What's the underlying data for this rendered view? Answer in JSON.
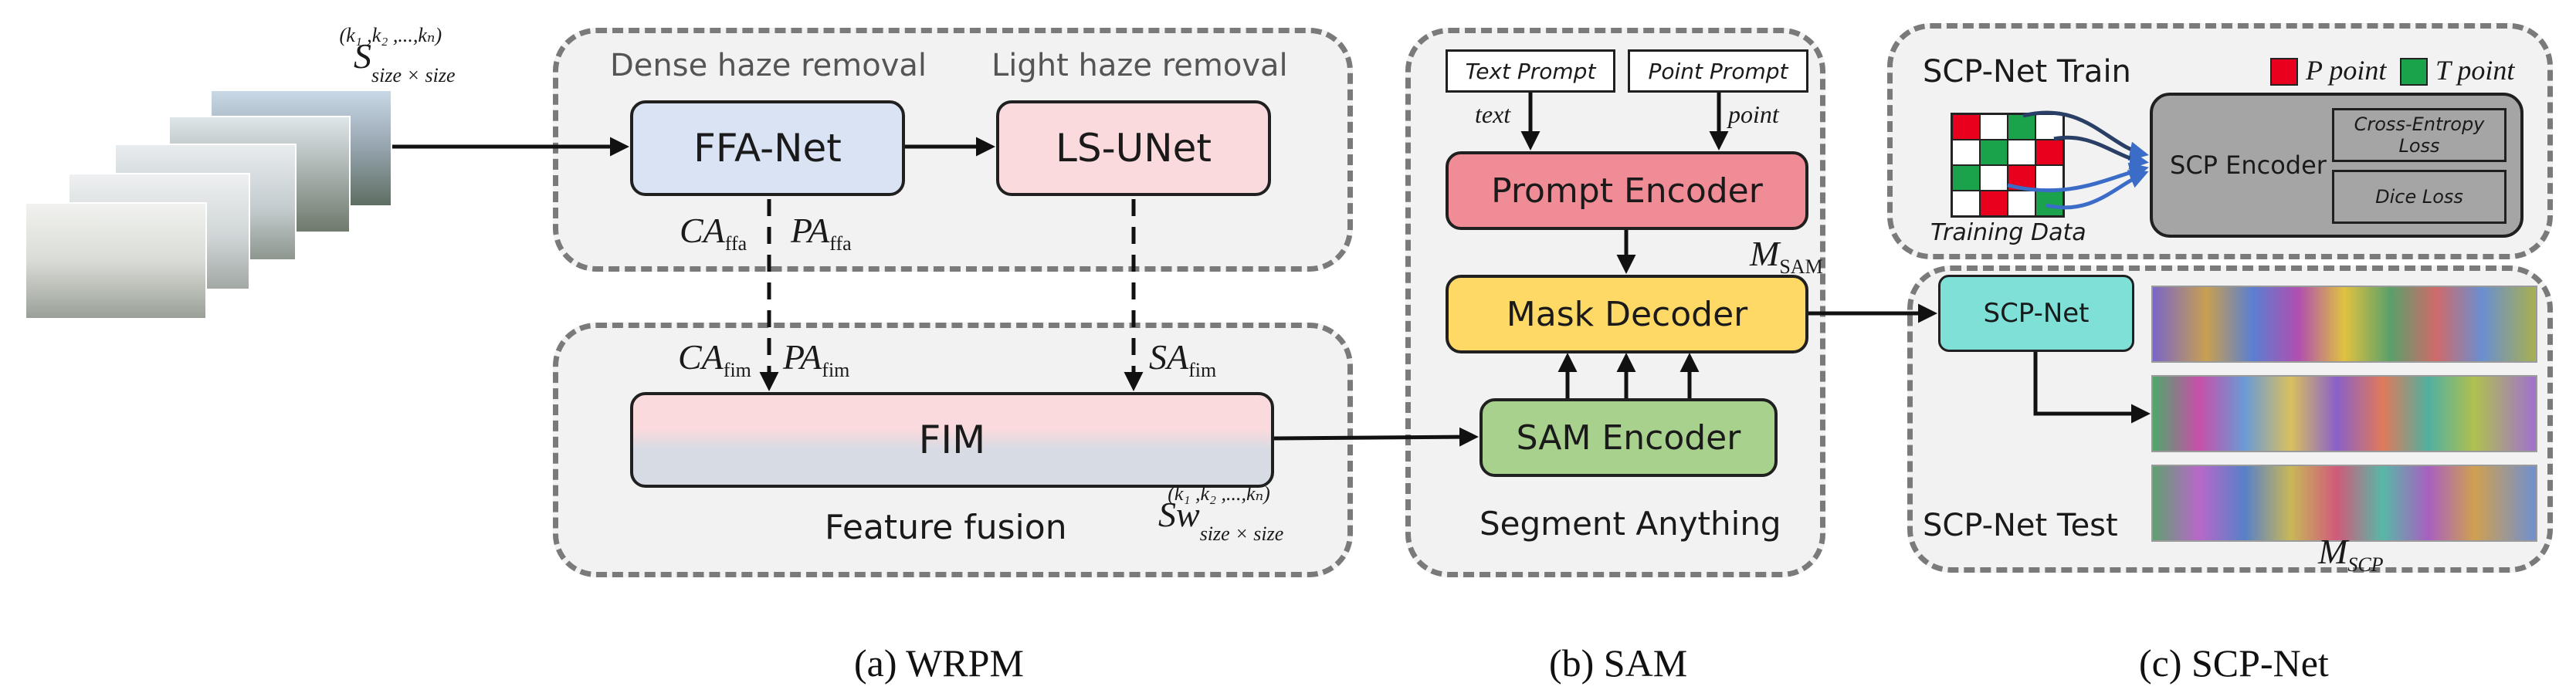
{
  "input": {
    "S_sub": "size × size",
    "S_sup": "(k₁ ,k₂ ,...,kₙ)"
  },
  "wrpm": {
    "dense_label": "Dense haze removal",
    "light_label": "Light haze removal",
    "ffa_net": "FFA-Net",
    "ls_unet": "LS-UNet",
    "ca_ffa_sub": "ffa",
    "pa_ffa_sub": "ffa",
    "ca_fim_sub": "fim",
    "pa_fim_sub": "fim",
    "sa_fim_sub": "fim",
    "fim": "FIM",
    "fusion_label": "Feature fusion",
    "sw_sub": "size × size",
    "sw_sup": "(k₁ ,k₂ ,...,kₙ)"
  },
  "sam": {
    "text_prompt": "Text Prompt",
    "point_prompt": "Point Prompt",
    "text_label": "text",
    "point_label": "point",
    "prompt_encoder": "Prompt Encoder",
    "m_sam_sub": "SAM",
    "mask_decoder": "Mask Decoder",
    "sam_encoder": "SAM Encoder",
    "panel_label": "Segment Anything"
  },
  "scp": {
    "train_title": "SCP-Net Train",
    "p_point": "P point",
    "t_point": "T point",
    "training_data": "Training Data",
    "scp_encoder": "SCP Encoder",
    "ce_loss": "Cross-Entropy Loss",
    "dice_loss": "Dice Loss",
    "scp_net": "SCP-Net",
    "test_title": "SCP-Net Test",
    "m_scp_sub": "SCP"
  },
  "captions": {
    "a": "(a) WRPM",
    "b": "(b) SAM",
    "c": "(c) SCP-Net"
  },
  "colors": {
    "ffa_fill": "#dae3f3",
    "ls_fill": "#fadadd",
    "prompt_fill": "#f08c96",
    "mask_fill": "#ffd966",
    "sam_enc_fill": "#a9d18e",
    "scp_net_fill": "#7fe0d8",
    "scp_enc_fill": "#a5a5a5",
    "p_point": "#e8001c",
    "t_point": "#1aa34a"
  }
}
